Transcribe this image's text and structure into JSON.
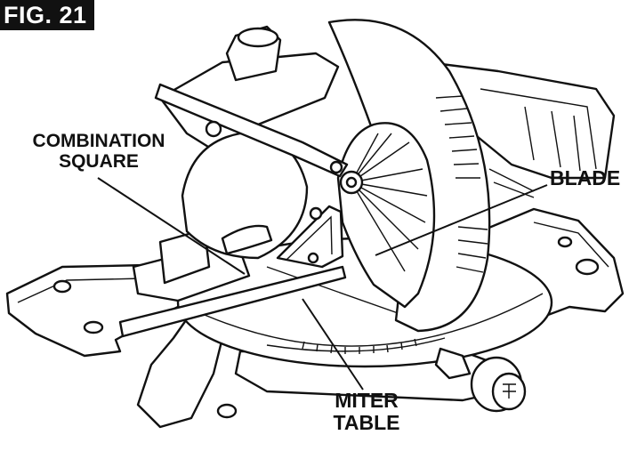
{
  "figure": {
    "label": "FIG. 21"
  },
  "callouts": {
    "combination_square": {
      "line1": "COMBINATION",
      "line2": "SQUARE"
    },
    "blade": {
      "text": "BLADE"
    },
    "miter_table": {
      "line1": "MITER",
      "line2": "TABLE"
    }
  }
}
